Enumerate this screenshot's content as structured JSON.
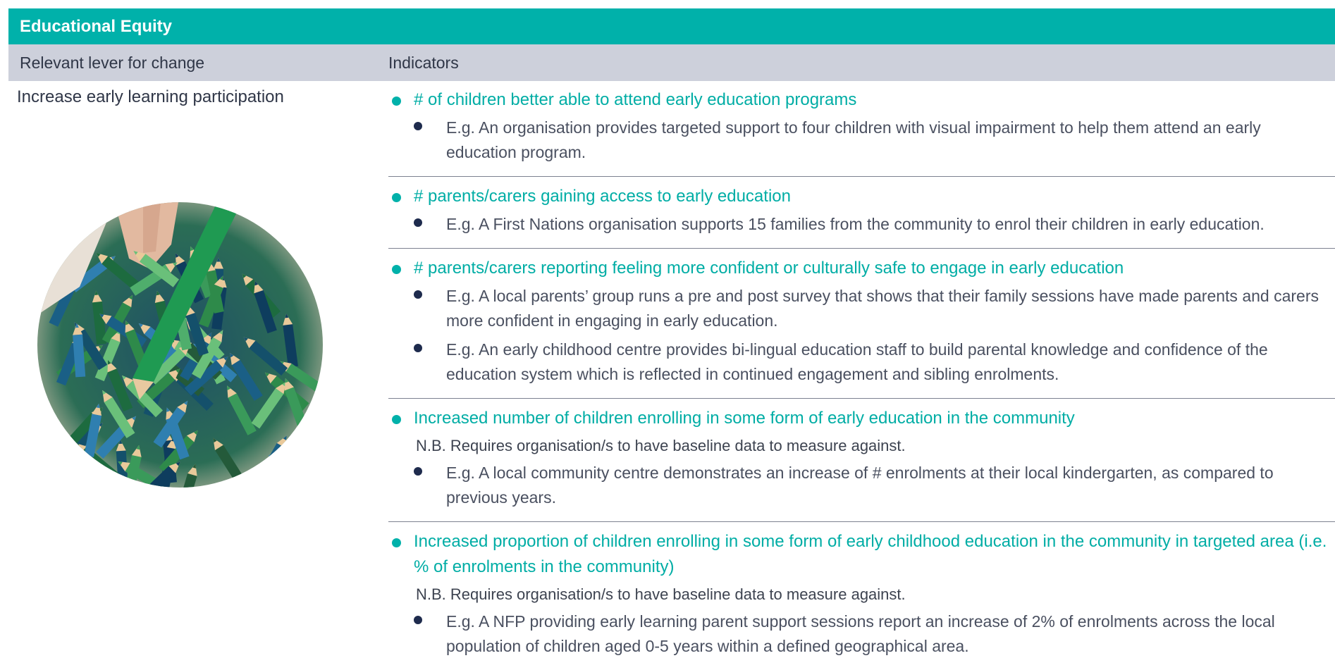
{
  "header": {
    "title": "Educational Equity"
  },
  "columns": {
    "lever": "Relevant lever for change",
    "indicators": "Indicators"
  },
  "lever": {
    "label": "Increase early learning participation"
  },
  "image": {
    "subject": "colored-pencils-photo"
  },
  "colors": {
    "accent": "#00b1aa",
    "column_bar": "#cdd0db",
    "bullet": "#1e2b4d"
  },
  "groups": [
    {
      "title": "# of children better able to attend early education programs",
      "examples": [
        "E.g. An organisation provides targeted support to four children with visual impairment to help them attend an early education program."
      ]
    },
    {
      "title": "# parents/carers gaining access to early education",
      "examples": [
        "E.g. A First Nations organisation supports 15 families from the community to enrol their children in early education."
      ]
    },
    {
      "title": "# parents/carers reporting feeling more confident or culturally safe to engage in early education",
      "examples": [
        "E.g. A local parents’ group runs a pre and post survey that shows that their family sessions have made parents and carers more confident in engaging in early education.",
        "E.g. An early childhood centre provides bi-lingual education staff to build parental knowledge and confidence of the education system which is reflected in continued engagement and sibling enrolments."
      ]
    },
    {
      "title": "Increased number of children enrolling in some form of early education in the community",
      "note": "N.B. Requires organisation/s to have baseline data to measure against.",
      "examples": [
        "E.g. A local community centre demonstrates an increase of # enrolments at their local kindergarten, as compared to previous years."
      ]
    },
    {
      "title": "Increased proportion of children enrolling in some form of early childhood education in the community in targeted area (i.e. % of enrolments in the community)",
      "note": "N.B. Requires organisation/s to have baseline data to measure against.",
      "examples": [
        "E.g. A NFP providing early learning parent support sessions report an increase of 2% of enrolments across the local population of children aged 0-5 years within a defined geographical area."
      ]
    }
  ]
}
